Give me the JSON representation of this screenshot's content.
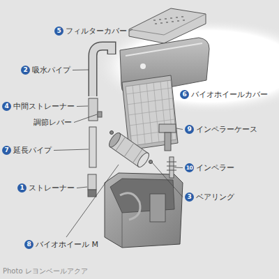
{
  "diagram": {
    "nodes": [
      {
        "text": [
          "5",
          "フィルターカバー"
        ]
      },
      {
        "text": [
          "2",
          "吸水パイプ"
        ]
      },
      {
        "text": [
          "6",
          "バイオホイールカバー"
        ]
      },
      {
        "text": [
          "4",
          "中間ストレーナー"
        ]
      },
      {
        "text": [
          "9",
          "インペラーケース"
        ]
      },
      {
        "text": [
          "7",
          "延長パイプ"
        ]
      },
      {
        "text": [
          "10",
          "インペラー"
        ]
      },
      {
        "text": [
          "1",
          "ストレーナー"
        ]
      },
      {
        "text": [
          "3",
          "ベアリング"
        ]
      },
      {
        "text": [
          "8",
          "バイオホイール M"
        ]
      }
    ],
    "labels": [
      "調節レバー",
      "Photo レヨンベールアクア"
    ]
  }
}
